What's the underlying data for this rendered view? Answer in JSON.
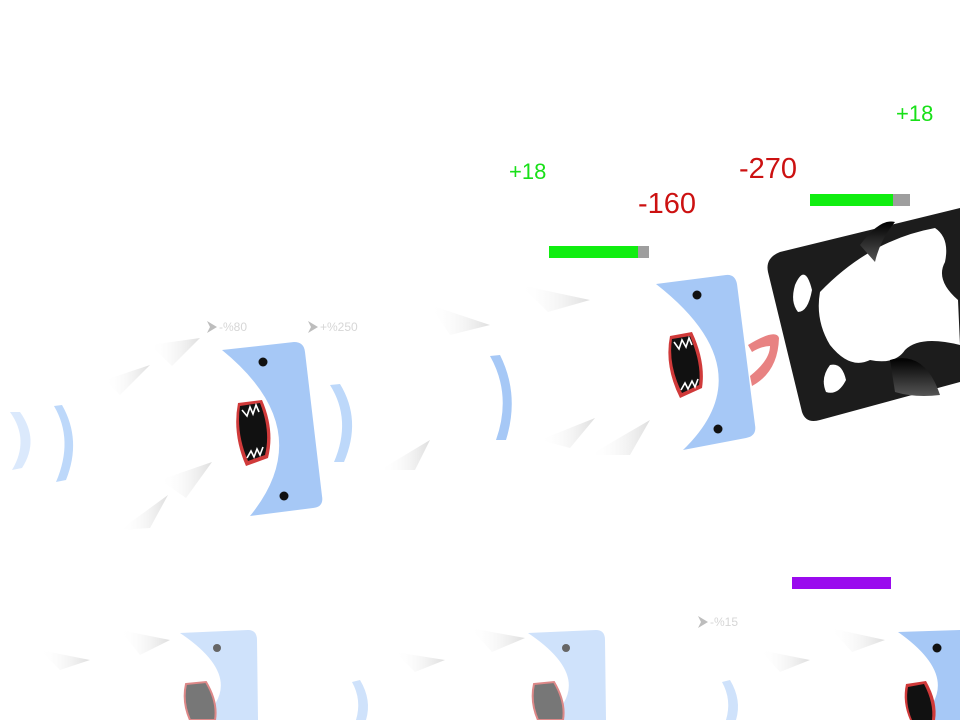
{
  "floating_numbers": [
    {
      "id": "heal-1",
      "text": "+18",
      "kind": "heal"
    },
    {
      "id": "damage-1",
      "text": "-160",
      "kind": "damage"
    },
    {
      "id": "damage-2",
      "text": "-270",
      "kind": "damage"
    },
    {
      "id": "heal-2",
      "text": "+18",
      "kind": "heal"
    }
  ],
  "buff_labels": [
    {
      "id": "buff-1",
      "text": "-%80"
    },
    {
      "id": "buff-2",
      "text": "+%250"
    },
    {
      "id": "buff-3",
      "text": "-%15"
    }
  ],
  "health_bars": [
    {
      "id": "player-shark-health",
      "fraction": 0.89,
      "color": "#10ee10"
    },
    {
      "id": "orca-health",
      "fraction": 0.83,
      "color": "#10ee10"
    },
    {
      "id": "purple-bar",
      "fraction": 1.0,
      "color": "#9a0aee"
    }
  ],
  "colors": {
    "shark_light": "#a6c8f6",
    "shark_faint": "#cfe2fb",
    "orca_body": "#1c1c1c",
    "tongue": "#e88282",
    "mouth_rim": "#d03a3a"
  }
}
